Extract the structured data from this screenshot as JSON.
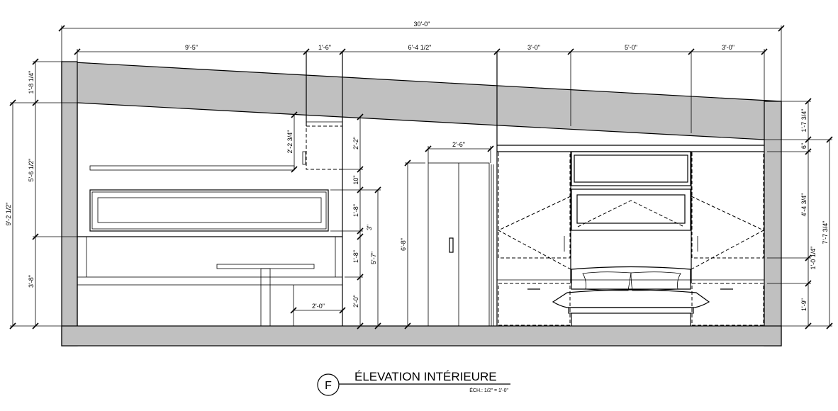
{
  "drawing": {
    "title": "ÉLEVATION INTÉRIEURE",
    "marker": "F",
    "scale": "ÉCH.: 1/2\" = 1'-0\""
  },
  "dimensions": {
    "overall_width": "30'-0\"",
    "top": [
      "9'-5\"",
      "1'-6\"",
      "6'-4 1/2\"",
      "3'-0\"",
      "5'-0\"",
      "3'-0\""
    ],
    "left_outer": "9'-2 1/2\"",
    "left": [
      "1'-8 1/4\"",
      "5'-6 1/2\"",
      "3'-8\""
    ],
    "upper_cabinet": "2'-2 3/4\"",
    "partition": [
      "2'-2\"",
      "10\"",
      "1'-8\"",
      "3\"",
      "1'-8\"",
      "2'-0\""
    ],
    "window_to_floor": "5'-7\"",
    "table_offset": "2'-0\"",
    "door_width": "2'-6\"",
    "door_height": "6'-8\"",
    "right": [
      "1'-7 3/4\"",
      "6\"",
      "4'-4 3/4\"",
      "1'-0 1/4\"",
      "1'-9\""
    ],
    "right_outer": "7'-7 3/4\""
  }
}
